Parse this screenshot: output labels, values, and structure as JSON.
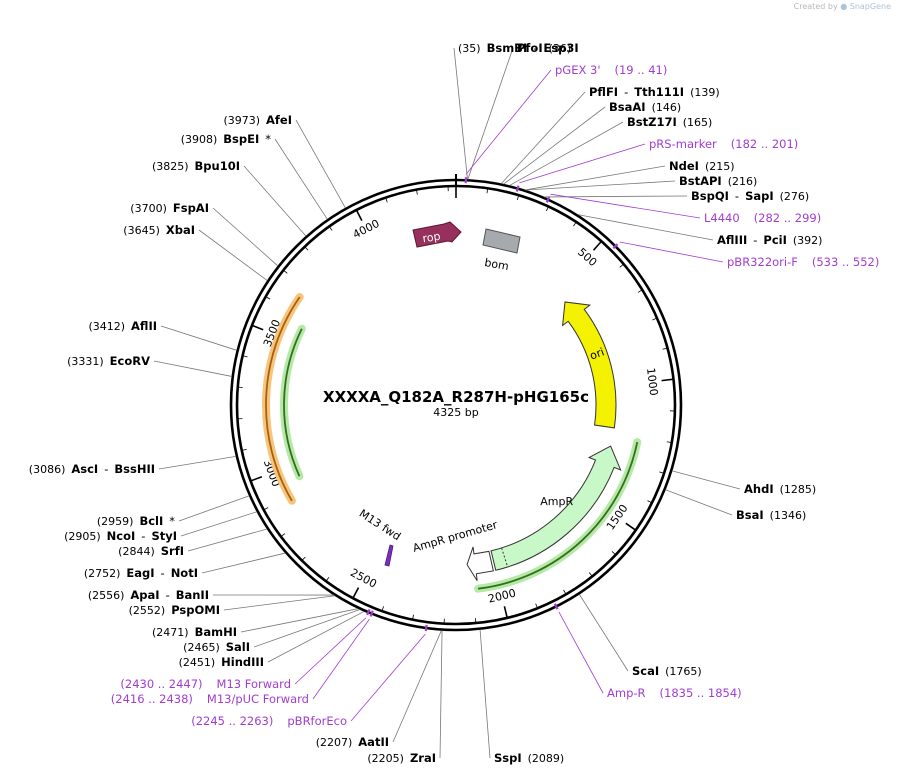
{
  "credit": {
    "prefix": "Created by",
    "brand": "SnapGene"
  },
  "plasmid": {
    "name": "XXXXA_Q182A_R287H-pHG165c",
    "size_label": "4325 bp",
    "total_bp": 4325
  },
  "colors": {
    "primer": "#a23cd0",
    "rop": "#97305c",
    "ori": "#f4f200",
    "ampr": "#c8f7c8",
    "bom": "#a6a9ad",
    "m13": "#7d2ec2"
  },
  "ticks": [
    {
      "bp": 500,
      "label": "500"
    },
    {
      "bp": 1000,
      "label": "1000"
    },
    {
      "bp": 1500,
      "label": "1500"
    },
    {
      "bp": 2000,
      "label": "2000"
    },
    {
      "bp": 2500,
      "label": "2500"
    },
    {
      "bp": 3000,
      "label": "3000"
    },
    {
      "bp": 3500,
      "label": "3500"
    },
    {
      "bp": 4000,
      "label": "4000"
    }
  ],
  "features": {
    "rop": "rop",
    "bom": "bom",
    "ori": "ori",
    "ampr": "AmpR",
    "ampr_promoter": "AmpR promoter",
    "m13fwd": "M13 fwd"
  },
  "labels": [
    {
      "bp": 35,
      "kind": "site",
      "parts": [
        [
          "num",
          "(35)"
        ],
        [
          "enz",
          "BsmBI"
        ],
        [
          "lab",
          "-"
        ],
        [
          "enz",
          "Esp3I"
        ]
      ]
    },
    {
      "bp": 36,
      "kind": "site",
      "parts": [
        [
          "enz",
          "PfoI"
        ],
        [
          "num",
          "(36)"
        ]
      ]
    },
    {
      "bp": 30,
      "kind": "primer",
      "parts": [
        [
          "prim",
          "pGEX 3'"
        ],
        [
          "prim",
          "(19 .. 41)"
        ]
      ]
    },
    {
      "bp": 139,
      "kind": "site",
      "parts": [
        [
          "enz",
          "PflFI"
        ],
        [
          "lab",
          "-"
        ],
        [
          "enz",
          "Tth111I"
        ],
        [
          "num",
          "(139)"
        ]
      ]
    },
    {
      "bp": 146,
      "kind": "site",
      "parts": [
        [
          "enz",
          "BsaAI"
        ],
        [
          "num",
          "(146)"
        ]
      ]
    },
    {
      "bp": 165,
      "kind": "site",
      "parts": [
        [
          "enz",
          "BstZ17I"
        ],
        [
          "num",
          "(165)"
        ]
      ]
    },
    {
      "bp": 191,
      "kind": "primer",
      "parts": [
        [
          "prim",
          "pRS-marker"
        ],
        [
          "prim",
          "(182 .. 201)"
        ]
      ]
    },
    {
      "bp": 215,
      "kind": "site",
      "parts": [
        [
          "enz",
          "NdeI"
        ],
        [
          "num",
          "(215)"
        ]
      ]
    },
    {
      "bp": 216,
      "kind": "site",
      "parts": [
        [
          "enz",
          "BstAPI"
        ],
        [
          "num",
          "(216)"
        ]
      ]
    },
    {
      "bp": 276,
      "kind": "site",
      "parts": [
        [
          "enz",
          "BspQI"
        ],
        [
          "lab",
          "-"
        ],
        [
          "enz",
          "SapI"
        ],
        [
          "num",
          "(276)"
        ]
      ]
    },
    {
      "bp": 290,
      "kind": "primer",
      "parts": [
        [
          "prim",
          "L4440"
        ],
        [
          "prim",
          "(282 .. 299)"
        ]
      ]
    },
    {
      "bp": 392,
      "kind": "site",
      "parts": [
        [
          "enz",
          "AflIII"
        ],
        [
          "lab",
          "-"
        ],
        [
          "enz",
          "PciI"
        ],
        [
          "num",
          "(392)"
        ]
      ]
    },
    {
      "bp": 542,
      "kind": "primer",
      "parts": [
        [
          "prim",
          "pBR322ori-F"
        ],
        [
          "prim",
          "(533 .. 552)"
        ]
      ]
    },
    {
      "bp": 1285,
      "kind": "site",
      "parts": [
        [
          "enz",
          "AhdI"
        ],
        [
          "num",
          "(1285)"
        ]
      ]
    },
    {
      "bp": 1346,
      "kind": "site",
      "parts": [
        [
          "enz",
          "BsaI"
        ],
        [
          "num",
          "(1346)"
        ]
      ]
    },
    {
      "bp": 1765,
      "kind": "site",
      "parts": [
        [
          "enz",
          "ScaI"
        ],
        [
          "num",
          "(1765)"
        ]
      ]
    },
    {
      "bp": 1845,
      "kind": "primer",
      "parts": [
        [
          "prim",
          "Amp-R"
        ],
        [
          "prim",
          "(1835 .. 1854)"
        ]
      ]
    },
    {
      "bp": 2089,
      "kind": "site",
      "parts": [
        [
          "enz",
          "SspI"
        ],
        [
          "num",
          "(2089)"
        ]
      ]
    },
    {
      "bp": 2205,
      "kind": "site",
      "parts": [
        [
          "num",
          "(2205)"
        ],
        [
          "enz",
          "ZraI"
        ]
      ]
    },
    {
      "bp": 2207,
      "kind": "site",
      "parts": [
        [
          "num",
          "(2207)"
        ],
        [
          "enz",
          "AatII"
        ]
      ]
    },
    {
      "bp": 2254,
      "kind": "primer",
      "parts": [
        [
          "prim",
          "(2245 .. 2263)"
        ],
        [
          "prim",
          "pBRforEco"
        ]
      ]
    },
    {
      "bp": 2427,
      "kind": "primer",
      "parts": [
        [
          "prim",
          "(2416 .. 2438)"
        ],
        [
          "prim",
          "M13/pUC Forward"
        ]
      ]
    },
    {
      "bp": 2438,
      "kind": "primer",
      "parts": [
        [
          "prim",
          "(2430 .. 2447)"
        ],
        [
          "prim",
          "M13 Forward"
        ]
      ]
    },
    {
      "bp": 2451,
      "kind": "site",
      "parts": [
        [
          "num",
          "(2451)"
        ],
        [
          "enz",
          "HindIII"
        ]
      ]
    },
    {
      "bp": 2465,
      "kind": "site",
      "parts": [
        [
          "num",
          "(2465)"
        ],
        [
          "enz",
          "SalI"
        ]
      ]
    },
    {
      "bp": 2471,
      "kind": "site",
      "parts": [
        [
          "num",
          "(2471)"
        ],
        [
          "enz",
          "BamHI"
        ]
      ]
    },
    {
      "bp": 2552,
      "kind": "site",
      "parts": [
        [
          "num",
          "(2552)"
        ],
        [
          "enz",
          "PspOMI"
        ]
      ]
    },
    {
      "bp": 2556,
      "kind": "site",
      "parts": [
        [
          "num",
          "(2556)"
        ],
        [
          "enz",
          "ApaI"
        ],
        [
          "lab",
          "-"
        ],
        [
          "enz",
          "BanII"
        ]
      ]
    },
    {
      "bp": 2752,
      "kind": "site",
      "parts": [
        [
          "num",
          "(2752)"
        ],
        [
          "enz",
          "EagI"
        ],
        [
          "lab",
          "-"
        ],
        [
          "enz",
          "NotI"
        ]
      ]
    },
    {
      "bp": 2844,
      "kind": "site",
      "parts": [
        [
          "num",
          "(2844)"
        ],
        [
          "enz",
          "SrfI"
        ]
      ]
    },
    {
      "bp": 2905,
      "kind": "site",
      "parts": [
        [
          "num",
          "(2905)"
        ],
        [
          "enz",
          "NcoI"
        ],
        [
          "lab",
          "-"
        ],
        [
          "enz",
          "StyI"
        ]
      ]
    },
    {
      "bp": 2959,
      "kind": "site",
      "parts": [
        [
          "num",
          "(2959)"
        ],
        [
          "enz",
          "BclI"
        ],
        [
          "lab",
          "*"
        ]
      ]
    },
    {
      "bp": 3086,
      "kind": "site",
      "parts": [
        [
          "num",
          "(3086)"
        ],
        [
          "enz",
          "AscI"
        ],
        [
          "lab",
          "-"
        ],
        [
          "enz",
          "BssHII"
        ]
      ]
    },
    {
      "bp": 3331,
      "kind": "site",
      "parts": [
        [
          "num",
          "(3331)"
        ],
        [
          "enz",
          "EcoRV"
        ]
      ]
    },
    {
      "bp": 3412,
      "kind": "site",
      "parts": [
        [
          "num",
          "(3412)"
        ],
        [
          "enz",
          "AflII"
        ]
      ]
    },
    {
      "bp": 3645,
      "kind": "site",
      "parts": [
        [
          "num",
          "(3645)"
        ],
        [
          "enz",
          "XbaI"
        ]
      ]
    },
    {
      "bp": 3700,
      "kind": "site",
      "parts": [
        [
          "num",
          "(3700)"
        ],
        [
          "enz",
          "FspAI"
        ]
      ]
    },
    {
      "bp": 3825,
      "kind": "site",
      "parts": [
        [
          "num",
          "(3825)"
        ],
        [
          "enz",
          "Bpu10I"
        ]
      ]
    },
    {
      "bp": 3908,
      "kind": "site",
      "parts": [
        [
          "num",
          "(3908)"
        ],
        [
          "enz",
          "BspEI"
        ],
        [
          "lab",
          "*"
        ]
      ]
    },
    {
      "bp": 3973,
      "kind": "site",
      "parts": [
        [
          "num",
          "(3973)"
        ],
        [
          "enz",
          "AfeI"
        ]
      ]
    }
  ]
}
